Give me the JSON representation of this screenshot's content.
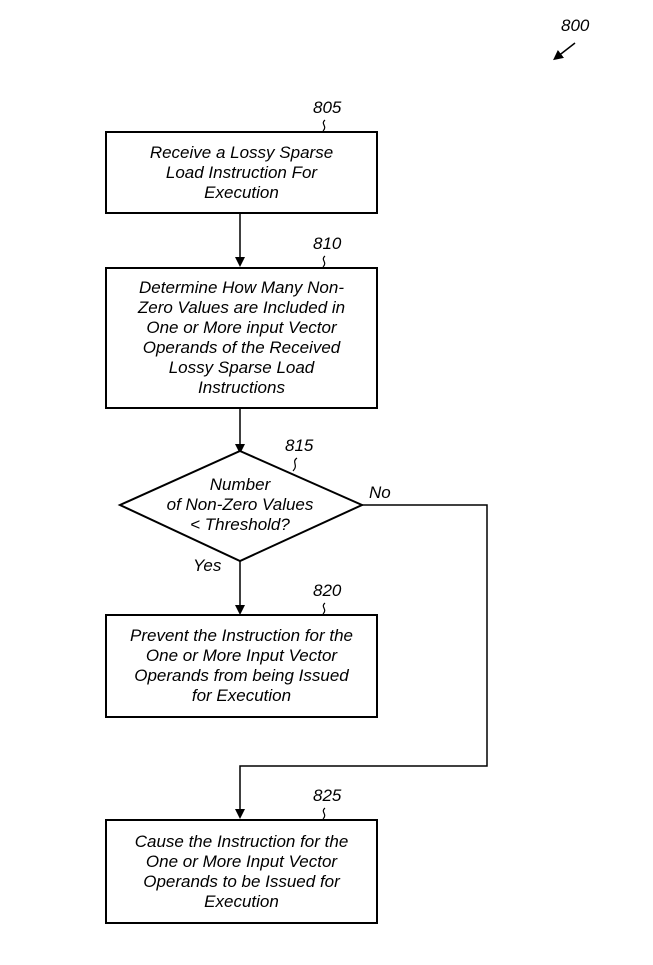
{
  "figure_ref": "800",
  "steps": [
    {
      "ref": "805",
      "text": [
        "Receive a Lossy Sparse",
        "Load Instruction For",
        "Execution"
      ]
    },
    {
      "ref": "810",
      "text": [
        "Determine How Many Non-",
        "Zero Values are Included in",
        "One or More input Vector",
        "Operands of the Received",
        "Lossy Sparse Load",
        "Instructions"
      ]
    },
    {
      "ref": "820",
      "text": [
        "Prevent the Instruction for the",
        "One or More Input Vector",
        "Operands from being Issued",
        "for Execution"
      ]
    },
    {
      "ref": "825",
      "text": [
        "Cause the Instruction for the",
        "One or More Input Vector",
        "Operands to be Issued for",
        "Execution"
      ]
    }
  ],
  "decision": {
    "ref": "815",
    "text": [
      "Number",
      "of Non-Zero Values",
      "< Threshold?"
    ],
    "yes_label": "Yes",
    "no_label": "No"
  }
}
